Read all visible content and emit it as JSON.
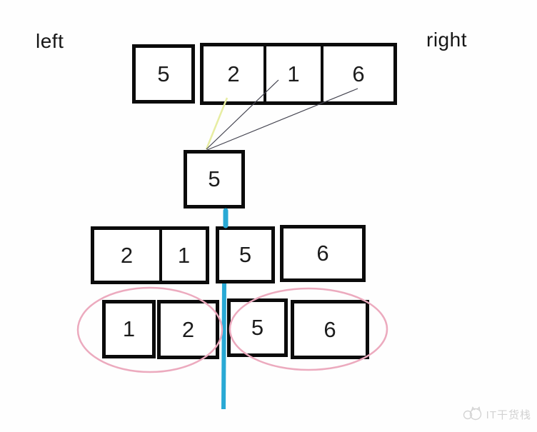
{
  "labels": {
    "left": "left",
    "right": "right"
  },
  "rows": {
    "top": {
      "single": "5",
      "group": [
        "2",
        "1",
        "6"
      ]
    },
    "pivot": {
      "value": "5"
    },
    "middle": {
      "pair": [
        "2",
        "1"
      ],
      "single_a": "5",
      "single_b": "6"
    },
    "bottom": {
      "left_pair": [
        "1",
        "2"
      ],
      "right_pair": [
        "5",
        "6"
      ]
    }
  },
  "annotations": {
    "divider_color": "#29a9d5",
    "highlight_line_color": "#e7eda2",
    "pointer_line_color": "#43434f",
    "ellipse_color": "#ecaabe"
  },
  "watermark": {
    "text": "IT干货栈"
  }
}
